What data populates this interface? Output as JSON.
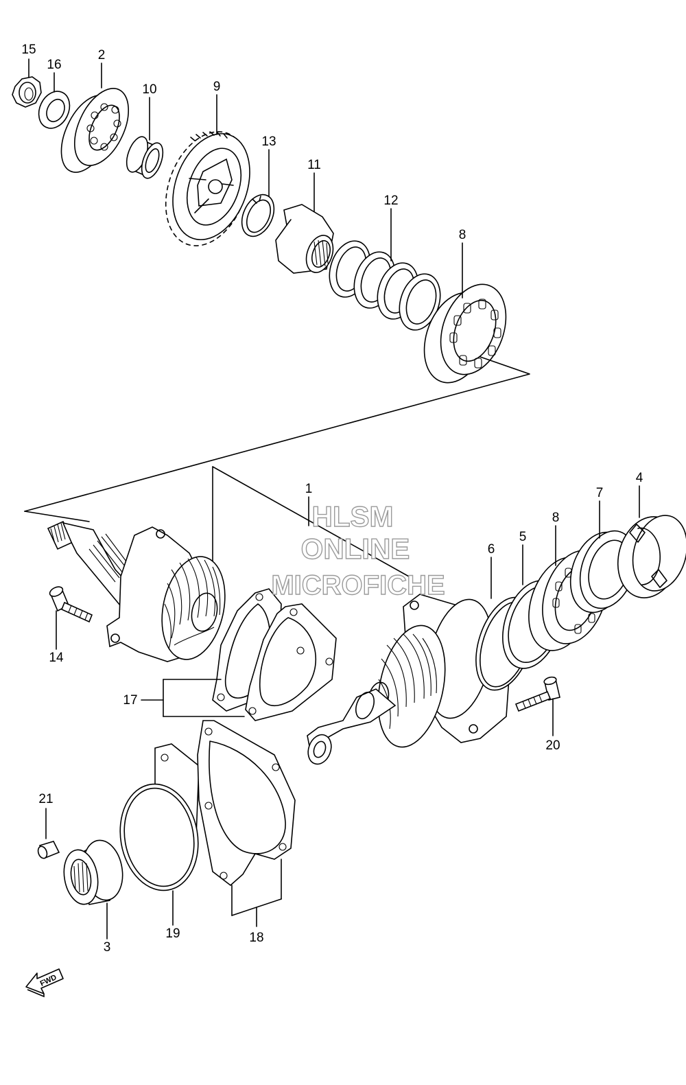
{
  "callouts": [
    "15",
    "16",
    "2",
    "10",
    "9",
    "13",
    "11",
    "12",
    "8",
    "1",
    "6",
    "5",
    "8",
    "7",
    "4",
    "14",
    "17",
    "20",
    "21",
    "3",
    "19",
    "18"
  ],
  "watermark": {
    "line1": "HLSM",
    "line2": "ONLINE",
    "line3": "MICROFICHE"
  },
  "fwd_label": "FWD"
}
